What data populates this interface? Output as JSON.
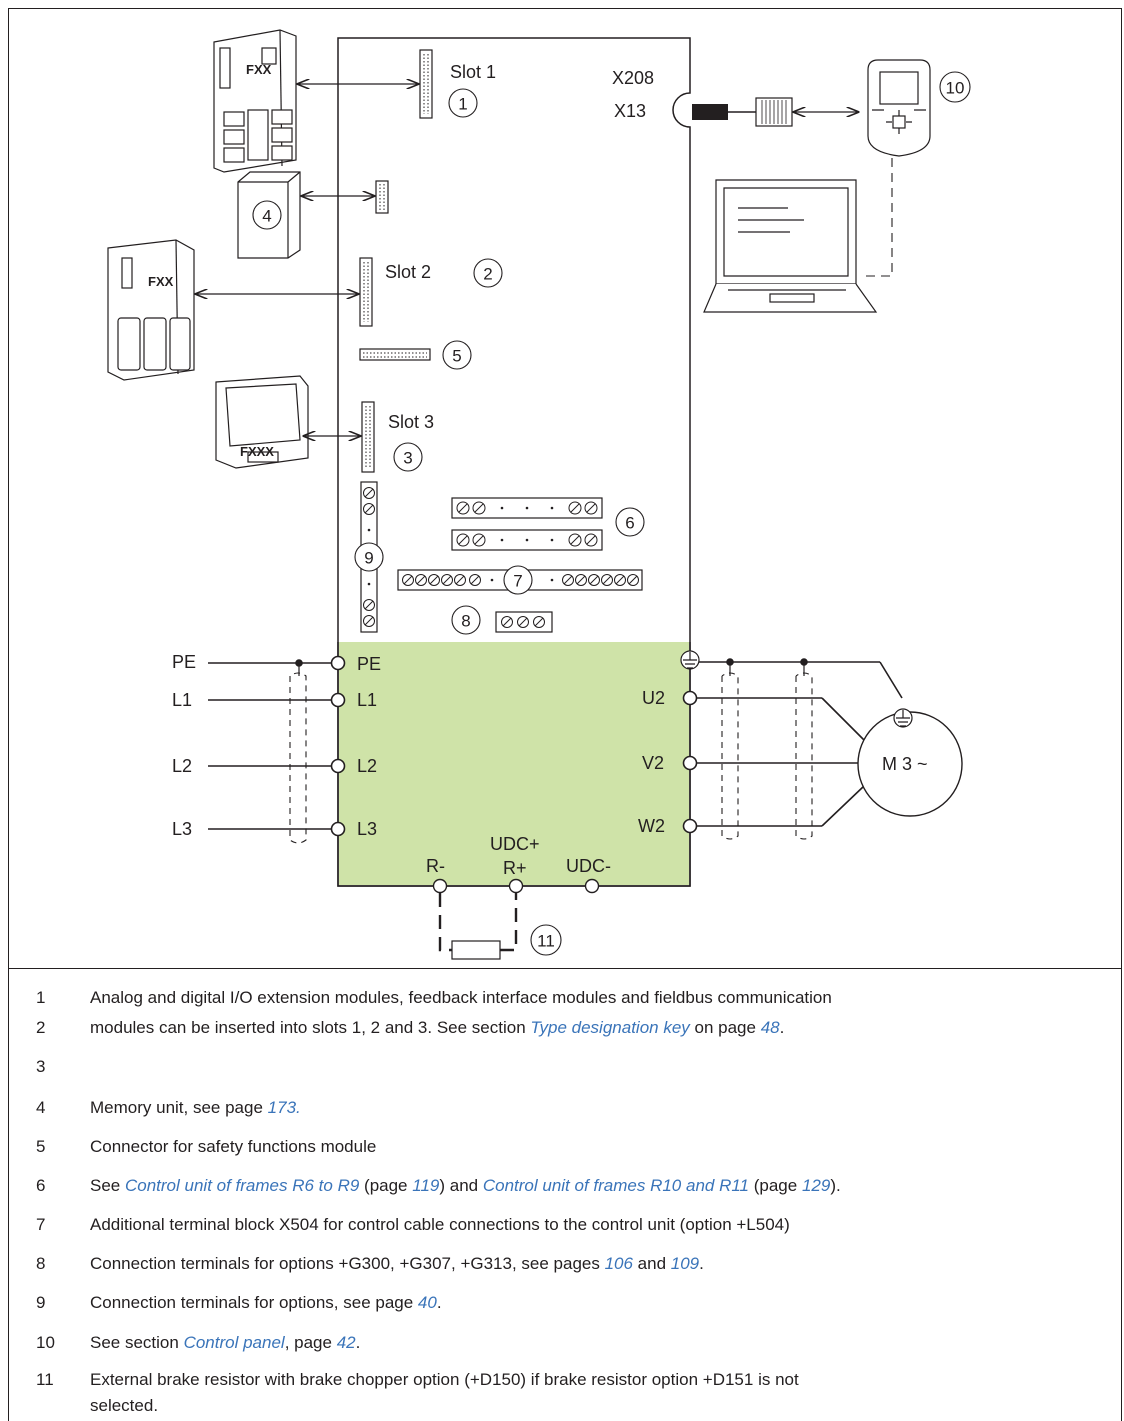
{
  "diagram": {
    "module_fxx_1": "FXX",
    "module_fxx_2": "FXX",
    "module_fxxx": "FXXX",
    "slot1": "Slot 1",
    "slot2": "Slot 2",
    "slot3": "Slot 3",
    "x208": "X208",
    "x13": "X13",
    "pe_ext": "PE",
    "l1_ext": "L1",
    "l2_ext": "L2",
    "l3_ext": "L3",
    "pe_int": "PE",
    "l1_int": "L1",
    "l2_int": "L2",
    "l3_int": "L3",
    "u2": "U2",
    "v2": "V2",
    "w2": "W2",
    "motor": "M 3 ~",
    "udc_plus": "UDC+",
    "r_minus": "R-",
    "r_plus": "R+",
    "udc_minus": "UDC-",
    "callouts": [
      "1",
      "2",
      "3",
      "4",
      "5",
      "6",
      "7",
      "8",
      "9",
      "10",
      "11"
    ],
    "colors": {
      "power_area": "#cfe3a8",
      "line": "#231f20",
      "link": "#3a74b9"
    }
  },
  "legend": [
    {
      "num": "1",
      "parts": [
        {
          "text": "Analog and digital I/O extension modules, feedback interface modules and fieldbus communication"
        }
      ]
    },
    {
      "num": "2",
      "parts": [
        {
          "text": "modules can be inserted into slots 1, 2 and 3. See section "
        },
        {
          "text": "Type designation key",
          "link": true
        },
        {
          "text": " on page "
        },
        {
          "text": "48",
          "link": true
        },
        {
          "text": "."
        }
      ]
    },
    {
      "num": "3",
      "parts": []
    },
    {
      "num": "4",
      "parts": [
        {
          "text": "Memory unit, see page "
        },
        {
          "text": "173.",
          "link": true
        }
      ]
    },
    {
      "num": "5",
      "parts": [
        {
          "text": "Connector for safety functions module"
        }
      ]
    },
    {
      "num": "6",
      "parts": [
        {
          "text": "See "
        },
        {
          "text": "Control unit of frames R6 to R9",
          "link": true
        },
        {
          "text": "  (page "
        },
        {
          "text": "119",
          "link": true
        },
        {
          "text": ") and "
        },
        {
          "text": "Control unit of frames R10 and R11",
          "link": true
        },
        {
          "text": " (page "
        },
        {
          "text": "129",
          "link": true
        },
        {
          "text": ")."
        }
      ]
    },
    {
      "num": "7",
      "parts": [
        {
          "text": "Additional terminal block X504 for control cable connections to the control unit (option +L504)"
        }
      ]
    },
    {
      "num": "8",
      "parts": [
        {
          "text": "Connection terminals for options +G300, +G307, +G313, see pages "
        },
        {
          "text": "106",
          "link": true
        },
        {
          "text": " and "
        },
        {
          "text": "109",
          "link": true
        },
        {
          "text": "."
        }
      ]
    },
    {
      "num": "9",
      "parts": [
        {
          "text": "Connection terminals for options, see page "
        },
        {
          "text": "40",
          "link": true
        },
        {
          "text": "."
        }
      ]
    },
    {
      "num": "10",
      "parts": [
        {
          "text": "See section "
        },
        {
          "text": "Control panel",
          "link": true
        },
        {
          "text": ", page "
        },
        {
          "text": "42",
          "link": true
        },
        {
          "text": "."
        }
      ]
    },
    {
      "num": "11",
      "parts": [
        {
          "text": "External brake resistor with brake chopper option (+D150) if brake resistor option +D151 is not"
        }
      ]
    },
    {
      "num": "",
      "parts": [
        {
          "text": "selected."
        }
      ]
    }
  ]
}
